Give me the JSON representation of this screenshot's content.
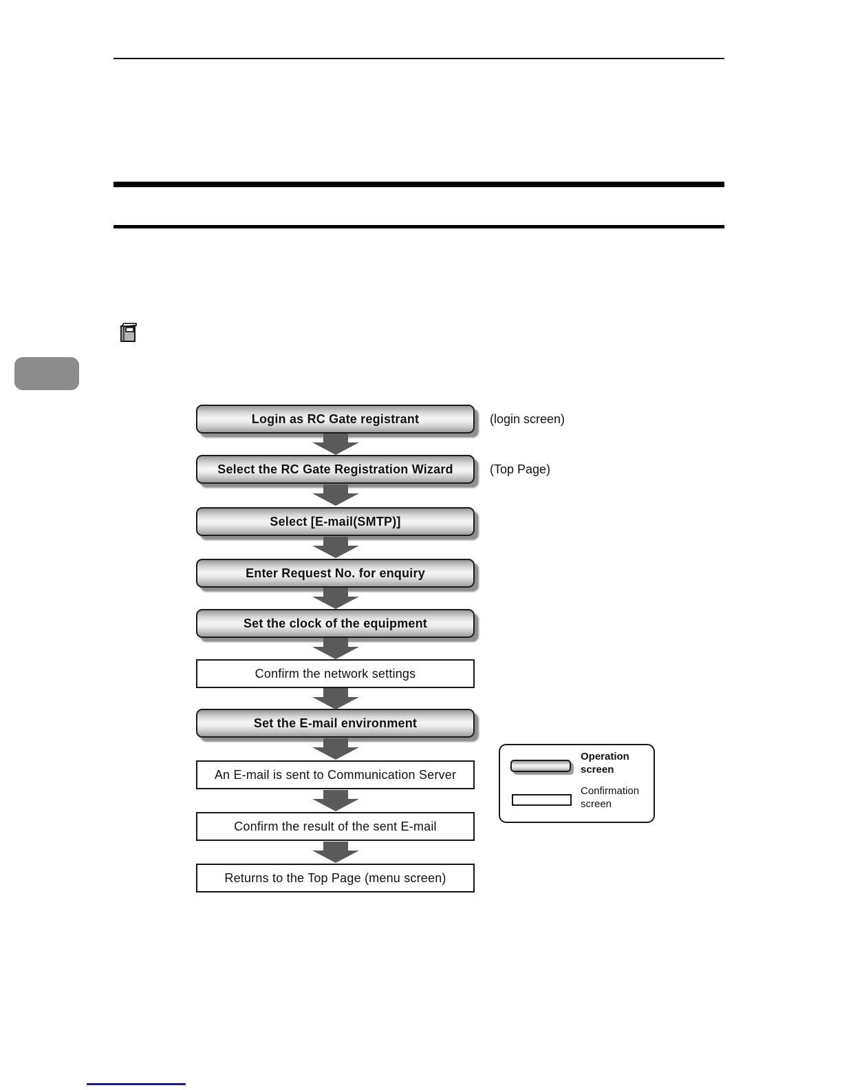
{
  "flow": {
    "steps": [
      {
        "label": "Login as RC Gate registrant",
        "type": "operation",
        "annotation": "(login screen)"
      },
      {
        "label": "Select the RC Gate Registration Wizard",
        "type": "operation",
        "annotation": "(Top Page)"
      },
      {
        "label": "Select [E-mail(SMTP)]",
        "type": "operation"
      },
      {
        "label": "Enter Request No. for enquiry",
        "type": "operation"
      },
      {
        "label": "Set the clock of the equipment",
        "type": "operation"
      },
      {
        "label": "Confirm the network settings",
        "type": "confirmation"
      },
      {
        "label": "Set the E-mail environment",
        "type": "operation"
      },
      {
        "label": "An E-mail is sent to Communication Server",
        "type": "confirmation"
      },
      {
        "label": "Confirm the result of the sent E-mail",
        "type": "confirmation"
      },
      {
        "label": "Returns to the Top Page (menu screen)",
        "type": "confirmation"
      }
    ]
  },
  "legend": {
    "operation_label": "Operation screen",
    "confirmation_label": "Confirmation screen"
  },
  "icons": {
    "note": "book-note-icon",
    "flow_arrow": "down-arrow-icon"
  },
  "colors": {
    "heading_bar": "#000000",
    "operation_box_gradient_top": "#9c9c9c",
    "operation_box_gradient_mid": "#f4f4f4",
    "operation_box_gradient_bottom": "#a2a2a2",
    "box_border": "#1a1a1a",
    "box_shadow": "#8f8f8f",
    "arrow": "#5a5a5a",
    "chapter_tab": "#8c8c8c",
    "footer_line": "#1c1c96"
  }
}
